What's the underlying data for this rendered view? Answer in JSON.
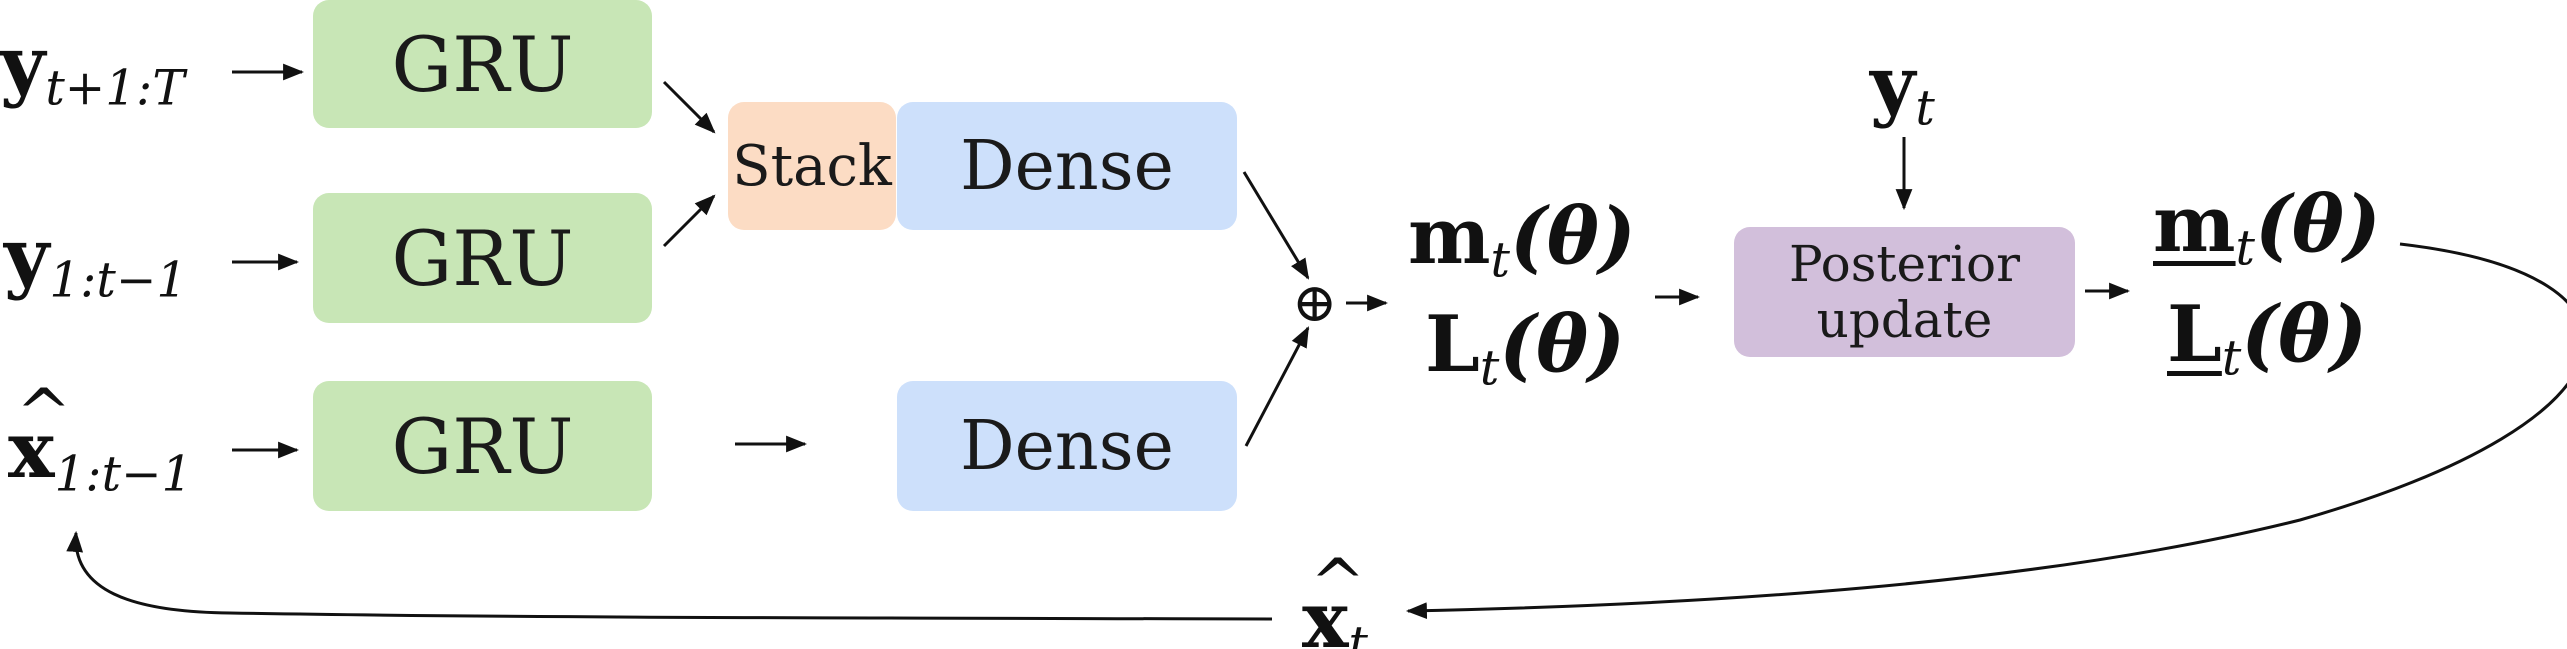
{
  "inputs": {
    "y_future": {
      "main": "y",
      "sub": "t+1:T"
    },
    "y_past": {
      "main": "y",
      "sub": "1:t−1"
    },
    "x_past": {
      "main": "x",
      "sub": "1:t−1"
    }
  },
  "blocks": {
    "gru_1": "GRU",
    "gru_2": "GRU",
    "gru_3": "GRU",
    "stack": "Stack",
    "dense_1": "Dense",
    "dense_2": "Dense",
    "posterior_line1": "Posterior",
    "posterior_line2": "update"
  },
  "operator": "⊕",
  "params": {
    "m": {
      "main": "m",
      "sub": "t",
      "arg": "(θ)"
    },
    "L": {
      "main": "L",
      "sub": "t",
      "arg": "(θ)"
    },
    "m_post": {
      "main": "m",
      "sub": "t",
      "arg": "(θ)"
    },
    "L_post": {
      "main": "L",
      "sub": "t",
      "arg": "(θ)"
    }
  },
  "observation": {
    "main": "y",
    "sub": "t"
  },
  "output": {
    "main": "x",
    "sub": "t"
  },
  "colors": {
    "gru": "#c8e6b6",
    "dense": "#cde0fb",
    "stack": "#fcdcc4",
    "posterior": "#d2bfdb"
  }
}
